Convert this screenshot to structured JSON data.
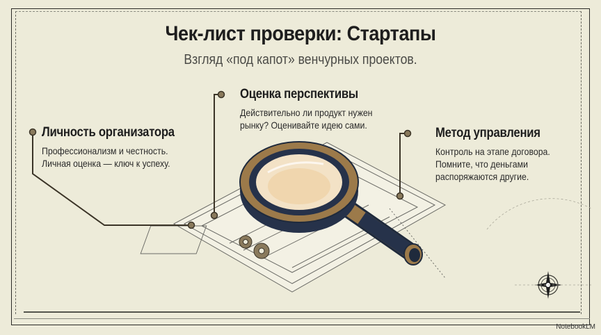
{
  "slide": {
    "title": "Чек-лист проверки: Стартапы",
    "subtitle": "Взгляд «под капот» венчурных проектов."
  },
  "cards": [
    {
      "heading": "Личность организатора",
      "body": "Профессионализм и честность.\nЛичная оценка — ключ к успеху."
    },
    {
      "heading": "Оценка перспективы",
      "body": "Действительно ли продукт нужен\nрынку? Оценивайте идею сами."
    },
    {
      "heading": "Метод управления",
      "body": "Контроль на этапе договора.\nПомните, что деньгами\nраспоряжаются другие."
    }
  ],
  "illustration": {
    "icon": "magnifying-glass-over-blueprint-icon",
    "compass": "compass-rose-icon"
  },
  "colors": {
    "background": "#edebd9",
    "text": "#1e1e1e",
    "bronze": "#9c7a4a",
    "navy": "#26324a",
    "connector": "#4a3f2e"
  },
  "watermark": "NotebookLM"
}
